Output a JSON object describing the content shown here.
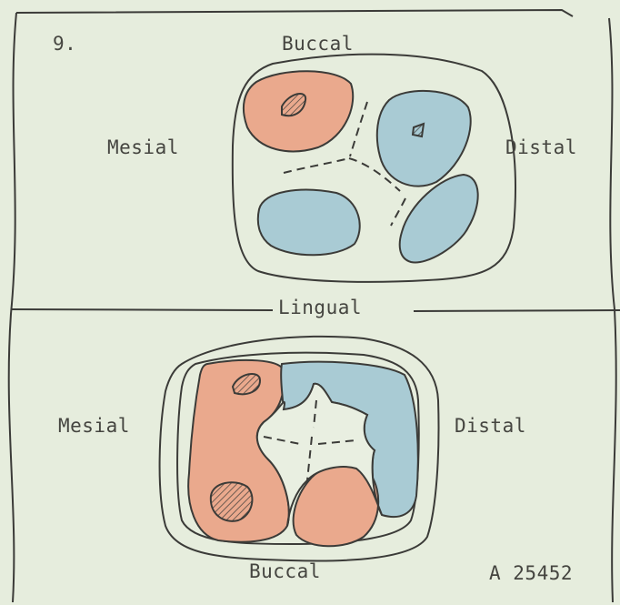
{
  "figure_number": "9.",
  "catalog_number": "A 25452",
  "top_tooth": {
    "top_label": "Buccal",
    "left_label": "Mesial",
    "right_label": "Distal",
    "bottom_label": "Lingual"
  },
  "bottom_tooth": {
    "left_label": "Mesial",
    "right_label": "Distal",
    "bottom_label": "Buccal"
  },
  "colors": {
    "paper": "#e6eddd",
    "ink": "#3b3b38",
    "red_region": "#eaa98d",
    "blue_region": "#a9cbd4"
  }
}
